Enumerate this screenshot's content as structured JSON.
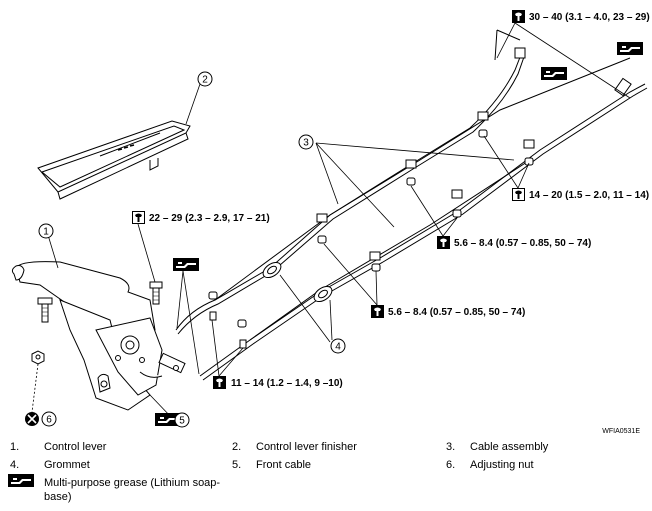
{
  "callouts": {
    "c1": "1",
    "c2": "2",
    "c3": "3",
    "c4": "4",
    "c5": "5",
    "c6": "6"
  },
  "torques": {
    "t_top": "30 – 40 (3.1 – 4.0, 23 – 29)",
    "t_mid_right": "14 – 20 (1.5 – 2.0, 11 – 14)",
    "t_mid_a": "5.6 – 8.4 (0.57 – 0.85, 50 – 74)",
    "t_mid_b": "5.6 – 8.4 (0.57 – 0.85, 50 – 74)",
    "t_left": "22 – 29 (2.3 – 2.9, 17 – 21)",
    "t_bottom": "11 – 14 (1.2 – 1.4, 9 –10)"
  },
  "figure_id": "WFIA0531E",
  "legend": {
    "items": [
      {
        "num": "1.",
        "label": "Control lever"
      },
      {
        "num": "2.",
        "label": "Control lever finisher"
      },
      {
        "num": "3.",
        "label": "Cable assembly"
      },
      {
        "num": "4.",
        "label": "Grommet"
      },
      {
        "num": "5.",
        "label": "Front cable"
      },
      {
        "num": "6.",
        "label": "Adjusting nut"
      }
    ],
    "grease": "Multi-purpose grease (Lithium soap-base)"
  },
  "icons": {
    "torque": "torque-wrench-icon",
    "grease": "grease-icon",
    "no_reuse": "do-not-reuse-icon"
  }
}
